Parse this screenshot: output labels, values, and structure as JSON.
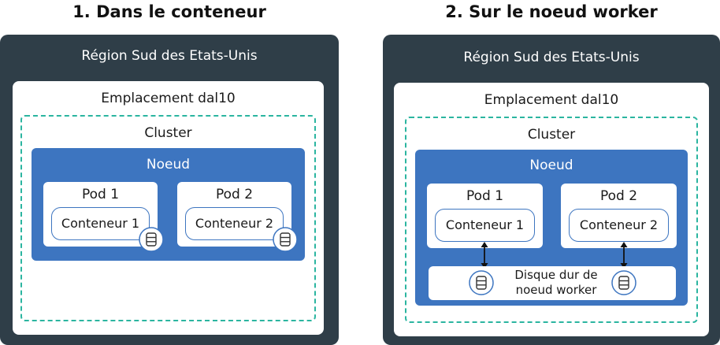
{
  "panels": [
    {
      "title": "1. Dans le conteneur",
      "region": "Région Sud des Etats-Unis",
      "location": "Emplacement dal10",
      "cluster": "Cluster",
      "node": "Noeud",
      "pods": [
        {
          "label": "Pod 1",
          "container": "Conteneur 1"
        },
        {
          "label": "Pod 2",
          "container": "Conteneur 2"
        }
      ]
    },
    {
      "title": "2. Sur le noeud worker",
      "region": "Région Sud des Etats-Unis",
      "location": "Emplacement dal10",
      "cluster": "Cluster",
      "node": "Noeud",
      "pods": [
        {
          "label": "Pod 1",
          "container": "Conteneur 1"
        },
        {
          "label": "Pod 2",
          "container": "Conteneur 2"
        }
      ],
      "disk": {
        "line1": "Disque dur de",
        "line2": "noeud worker"
      }
    }
  ],
  "icons": {
    "storage": "database-icon",
    "link": "double-arrow-icon"
  },
  "colors": {
    "region": "#2f3e48",
    "node": "#3d75c0",
    "cluster_border": "#2bb5a0",
    "icon_accent": "#3d75c0"
  }
}
